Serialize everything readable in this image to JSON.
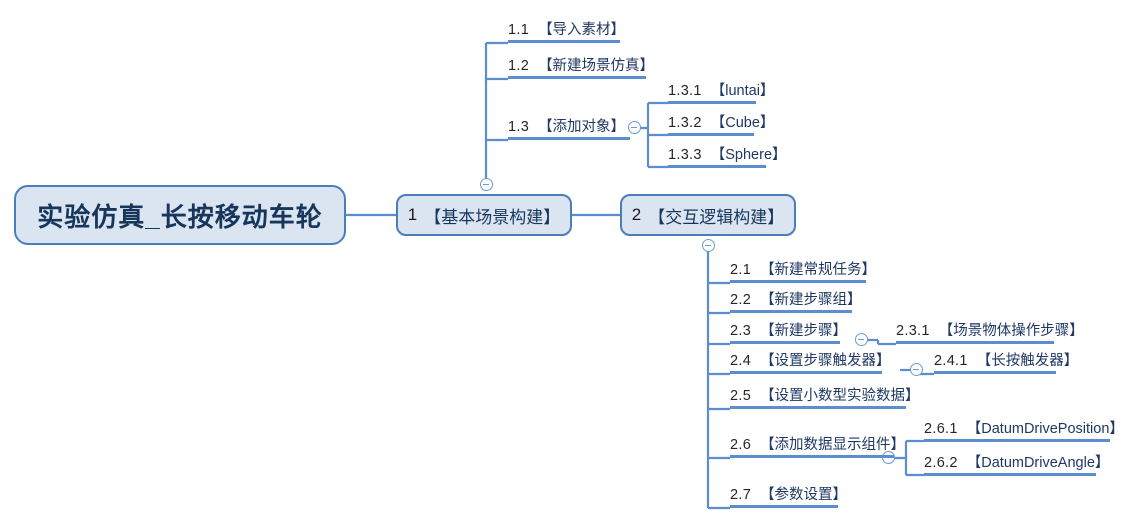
{
  "diagram": {
    "type": "mindmap",
    "root": {
      "title": "实验仿真_长按移动车轮"
    },
    "nodes": [
      {
        "num": "1",
        "title": "【基本场景构建】"
      },
      {
        "num": "2",
        "title": "【交互逻辑构建】"
      }
    ],
    "branch1": [
      {
        "num": "1.1",
        "title": "【导入素材】"
      },
      {
        "num": "1.2",
        "title": "【新建场景仿真】"
      },
      {
        "num": "1.3",
        "title": "【添加对象】"
      }
    ],
    "branch1_3": [
      {
        "num": "1.3.1",
        "title": "【luntai】"
      },
      {
        "num": "1.3.2",
        "title": "【Cube】"
      },
      {
        "num": "1.3.3",
        "title": "【Sphere】"
      }
    ],
    "branch2": [
      {
        "num": "2.1",
        "title": "【新建常规任务】"
      },
      {
        "num": "2.2",
        "title": "【新建步骤组】"
      },
      {
        "num": "2.3",
        "title": "【新建步骤】"
      },
      {
        "num": "2.4",
        "title": "【设置步骤触发器】"
      },
      {
        "num": "2.5",
        "title": "【设置小数型实验数据】"
      },
      {
        "num": "2.6",
        "title": "【添加数据显示组件】"
      },
      {
        "num": "2.7",
        "title": "【参数设置】"
      }
    ],
    "branch2_3": [
      {
        "num": "2.3.1",
        "title": "【场景物体操作步骤】"
      }
    ],
    "branch2_4": [
      {
        "num": "2.4.1",
        "title": "【长按触发器】"
      }
    ],
    "branch2_6": [
      {
        "num": "2.6.1",
        "title": "【DatumDrivePosition】"
      },
      {
        "num": "2.6.2",
        "title": "【DatumDriveAngle】"
      }
    ],
    "colors": {
      "node_fill": "#dbe5f1",
      "node_border": "#4a7ebb",
      "underline": "#5b8dd0",
      "connector": "#5b8dd0",
      "number_text": "#262626",
      "title_text": "#1f3864",
      "toggle_stroke": "#6f9ad3"
    }
  }
}
